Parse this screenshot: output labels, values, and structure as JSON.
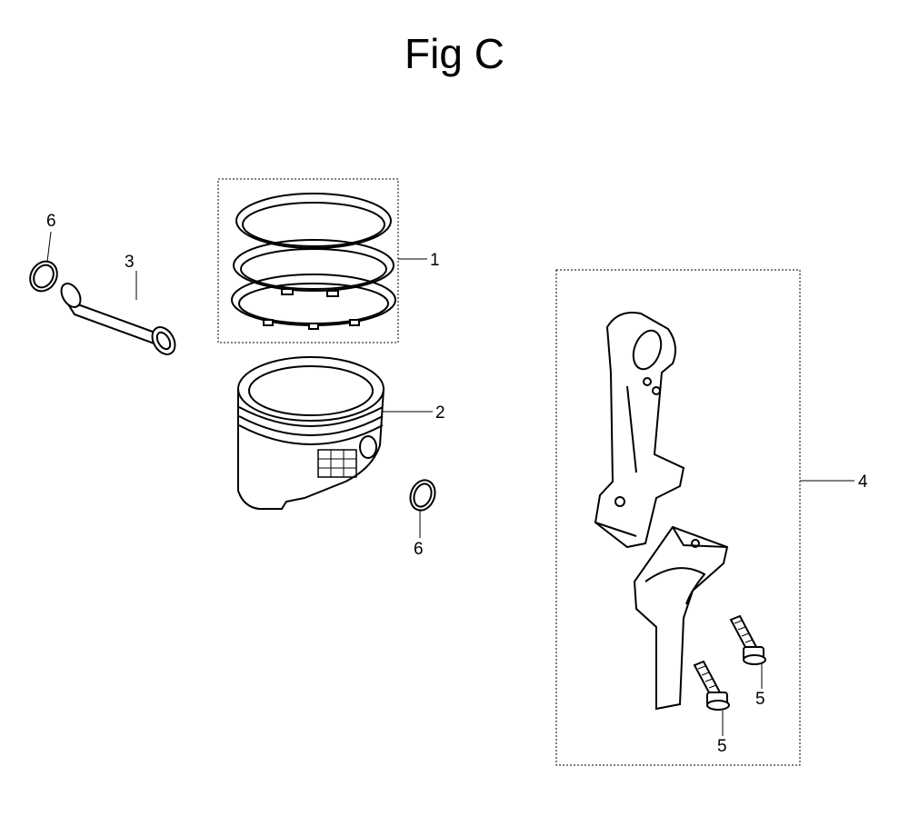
{
  "figure": {
    "title": "Fig C"
  },
  "callouts": {
    "piston_rings": "1",
    "piston": "2",
    "piston_pin": "3",
    "connecting_rod_assembly": "4",
    "rod_bolt_right": "5",
    "rod_bolt_lower": "5",
    "pin_clip_left": "6",
    "pin_clip_right": "6"
  }
}
